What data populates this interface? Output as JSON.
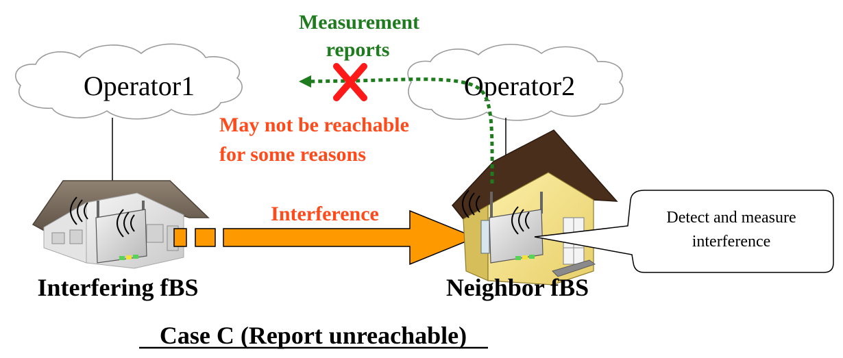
{
  "colors": {
    "measurement_green": "#1e7b1e",
    "warning_red": "#ff4a1c",
    "arrow_orange": "#ff9900",
    "cross_red": "#ff1a1a"
  },
  "clouds": {
    "left_label": "Operator1",
    "right_label": "Operator2"
  },
  "measurement": {
    "line1": "Measurement",
    "line2": "reports"
  },
  "unreachable": {
    "line1": "May not be reachable",
    "line2": "for some reasons"
  },
  "interference_label": "Interference",
  "callout": {
    "line1": "Detect and measure",
    "line2": "interference"
  },
  "houses": {
    "left_caption": "Interfering fBS",
    "right_caption": "Neighbor fBS"
  },
  "case_title": "Case C (Report unreachable)"
}
